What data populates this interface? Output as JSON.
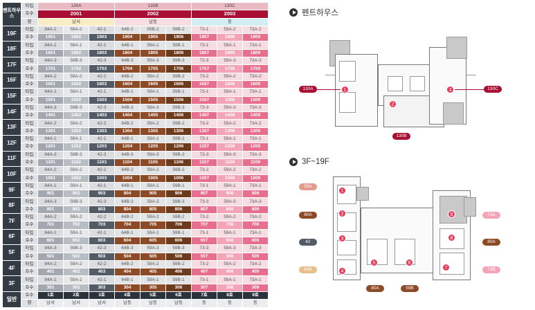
{
  "table": {
    "corner": "펜트하우스",
    "type_label": "타입",
    "room_label": "호수",
    "dir_label": "향",
    "ph_types": [
      "130A",
      "130B",
      "130C"
    ],
    "ph_rooms": [
      "2001",
      "2002",
      "2003"
    ],
    "ph_dirs": [
      "남서",
      "남동",
      "동"
    ],
    "floors": [
      {
        "floor": "19F",
        "types": [
          "84A-1",
          "59A-2",
          "42-1",
          "64B-2",
          "59B-2",
          "59B-2",
          "73-1",
          "59A-2",
          "73A-2"
        ],
        "rooms": [
          "1901",
          "1902",
          "1903",
          "1904",
          "1905",
          "1906",
          "1907",
          "1908",
          "1909"
        ]
      },
      {
        "floor": "18F",
        "types": [
          "84A-1",
          "59A-1",
          "42-1",
          "64B-1",
          "59A-1",
          "59B-1",
          "73-1",
          "59A-1",
          "73A-1"
        ],
        "rooms": [
          "1801",
          "1802",
          "1803",
          "1804",
          "1805",
          "1806",
          "1807",
          "1808",
          "1809"
        ]
      },
      {
        "floor": "17F",
        "types": [
          "84A-3",
          "59B-3",
          "42-3",
          "64B-3",
          "59A-3",
          "59B-3",
          "73-3",
          "59A-3",
          "73A-3"
        ],
        "rooms": [
          "1701",
          "1702",
          "1703",
          "1704",
          "1705",
          "1706",
          "1707",
          "1708",
          "1709"
        ]
      },
      {
        "floor": "16F",
        "types": [
          "84A-2",
          "59A-2",
          "42-2",
          "64B-2",
          "59A-2",
          "59B-2",
          "73-2",
          "59A-2",
          "73A-2"
        ],
        "rooms": [
          "1601",
          "1602",
          "1603",
          "1604",
          "1605",
          "1606",
          "1607",
          "1608",
          "1609"
        ]
      },
      {
        "floor": "15F",
        "types": [
          "84A-1",
          "59A-1",
          "42-1",
          "64B-1",
          "59A-1",
          "59B-1",
          "73-1",
          "59A-1",
          "73A-1"
        ],
        "rooms": [
          "1501",
          "1502",
          "1503",
          "1504",
          "1505",
          "1506",
          "1507",
          "1508",
          "1509"
        ]
      },
      {
        "floor": "14F",
        "types": [
          "84A-3",
          "59B-3",
          "42-3",
          "64B-3",
          "59A-3",
          "59B-3",
          "73-3",
          "59A-3",
          "73A-3"
        ],
        "rooms": [
          "1401",
          "1402",
          "1403",
          "1404",
          "1405",
          "1406",
          "1407",
          "1408",
          "1409"
        ]
      },
      {
        "floor": "13F",
        "types": [
          "84A-2",
          "59A-2",
          "42-2",
          "64B-2",
          "59A-2",
          "59B-2",
          "73-2",
          "59A-2",
          "73A-2"
        ],
        "rooms": [
          "1301",
          "1302",
          "1303",
          "1304",
          "1305",
          "1306",
          "1307",
          "1308",
          "1309"
        ]
      },
      {
        "floor": "12F",
        "types": [
          "84A-1",
          "59A-1",
          "42-1",
          "64B-1",
          "59A-1",
          "59B-1",
          "73-1",
          "59A-1",
          "73A-1"
        ],
        "rooms": [
          "1201",
          "1202",
          "1203",
          "1204",
          "1205",
          "1206",
          "1207",
          "1208",
          "1209"
        ]
      },
      {
        "floor": "11F",
        "types": [
          "84A-3",
          "59B-3",
          "42-3",
          "64B-3",
          "59A-3",
          "59B-3",
          "73-3",
          "59A-3",
          "73A-3"
        ],
        "rooms": [
          "1101",
          "1102",
          "1103",
          "1104",
          "1105",
          "1106",
          "1107",
          "1108",
          "1109"
        ]
      },
      {
        "floor": "10F",
        "types": [
          "84A-2",
          "59A-2",
          "42-2",
          "64B-2",
          "59A-2",
          "59B-2",
          "73-2",
          "59A-2",
          "73A-2"
        ],
        "rooms": [
          "1001",
          "1002",
          "1003",
          "1004",
          "1005",
          "1006",
          "1007",
          "1008",
          "1009"
        ]
      },
      {
        "floor": "9F",
        "types": [
          "84A-1",
          "59A-1",
          "42-1",
          "64B-1",
          "59A-1",
          "59B-1",
          "73-1",
          "59A-1",
          "73A-1"
        ],
        "rooms": [
          "901",
          "902",
          "903",
          "904",
          "905",
          "906",
          "907",
          "908",
          "909"
        ]
      },
      {
        "floor": "8F",
        "types": [
          "84A-3",
          "59B-3",
          "42-3",
          "64B-3",
          "59A-3",
          "59B-3",
          "73-3",
          "59A-3",
          "73A-3"
        ],
        "rooms": [
          "801",
          "802",
          "803",
          "804",
          "805",
          "806",
          "807",
          "808",
          "809"
        ]
      },
      {
        "floor": "7F",
        "types": [
          "84A-2",
          "59A-2",
          "42-2",
          "64B-2",
          "59A-2",
          "59B-2",
          "73-2",
          "59A-2",
          "73A-2"
        ],
        "rooms": [
          "701",
          "702",
          "703",
          "704",
          "705",
          "706",
          "707",
          "708",
          "709"
        ]
      },
      {
        "floor": "6F",
        "types": [
          "84A-1",
          "59A-1",
          "42-1",
          "64B-1",
          "59A-1",
          "59B-1",
          "73-1",
          "59A-1",
          "73A-1"
        ],
        "rooms": [
          "601",
          "602",
          "603",
          "604",
          "605",
          "606",
          "607",
          "608",
          "609"
        ]
      },
      {
        "floor": "5F",
        "types": [
          "84A-3",
          "59B-3",
          "42-3",
          "64B-3",
          "59A-3",
          "59B-3",
          "73-3",
          "59A-3",
          "73A-3"
        ],
        "rooms": [
          "501",
          "502",
          "503",
          "504",
          "505",
          "506",
          "507",
          "508",
          "509"
        ]
      },
      {
        "floor": "4F",
        "types": [
          "84A-2",
          "59A-2",
          "42-2",
          "64B-2",
          "59A-2",
          "59B-2",
          "73-2",
          "59A-2",
          "73A-2"
        ],
        "rooms": [
          "401",
          "402",
          "403",
          "404",
          "405",
          "406",
          "407",
          "408",
          "409"
        ]
      },
      {
        "floor": "3F",
        "types": [
          "84A-1",
          "59A-1",
          "42-1",
          "64B-1",
          "59A-1",
          "59B-1",
          "73-1",
          "59A-1",
          "73A-1"
        ],
        "rooms": [
          "301",
          "302",
          "303",
          "304",
          "305",
          "306",
          "307",
          "308",
          "309"
        ]
      }
    ],
    "bottom_label1": "일반",
    "bottom_label2": "호수",
    "bottom_label3": "향",
    "bottom_nos": [
      "1호",
      "2호",
      "3호",
      "4호",
      "5호",
      "6호",
      "7호",
      "8호",
      "9호"
    ],
    "bottom_dirs": [
      "남서",
      "남서",
      "남서",
      "남동",
      "남동",
      "남동",
      "동",
      "동",
      "동"
    ]
  },
  "plan1": {
    "title": "펜트하우스",
    "labels": [
      "130A",
      "130B",
      "130C"
    ],
    "nums": [
      "1",
      "2",
      "3"
    ]
  },
  "plan2": {
    "title": "3F~19F",
    "labels": [
      "59A",
      "80A",
      "42",
      "84B",
      "73A",
      "80A",
      "73B",
      "80A",
      "59B"
    ],
    "nums": [
      "1",
      "2",
      "3",
      "4",
      "5",
      "6",
      "7",
      "8",
      "9"
    ]
  }
}
